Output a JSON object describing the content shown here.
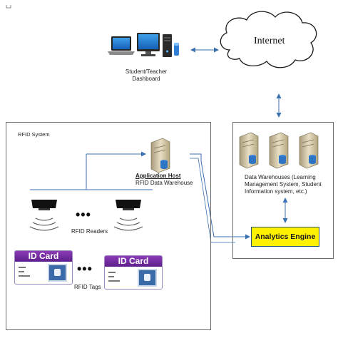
{
  "dashboard": {
    "label_line1": "Student/Teacher",
    "label_line2": "Dashboard",
    "icons": [
      "laptop-icon",
      "desktop-monitor-icon",
      "server-tower-icon",
      "storage-icon"
    ]
  },
  "internet": {
    "label": "Internet"
  },
  "rfid_system": {
    "title": "RFID System",
    "application_host": {
      "title": "Application Host",
      "subtitle": "RFID Data Warehouse"
    },
    "readers_label": "RFID Readers",
    "tags_label": "RFID Tags",
    "id_card_title": "ID Card",
    "ellipsis": "•••"
  },
  "warehouses": {
    "label": "Data Warehouses (Learning Management System, Student Information system, etc.)",
    "label_line1": "Data Warehouses (Learning",
    "label_line2": "Management System, Student",
    "label_line3": "Information system, etc.)"
  },
  "analytics_engine": {
    "label": "Analytics Engine"
  },
  "colors": {
    "connector": "#3a6fb0",
    "analytics_fill": "#fff200",
    "id_card_band": "#6a2a9e",
    "box_border": "#6c6c6c"
  }
}
